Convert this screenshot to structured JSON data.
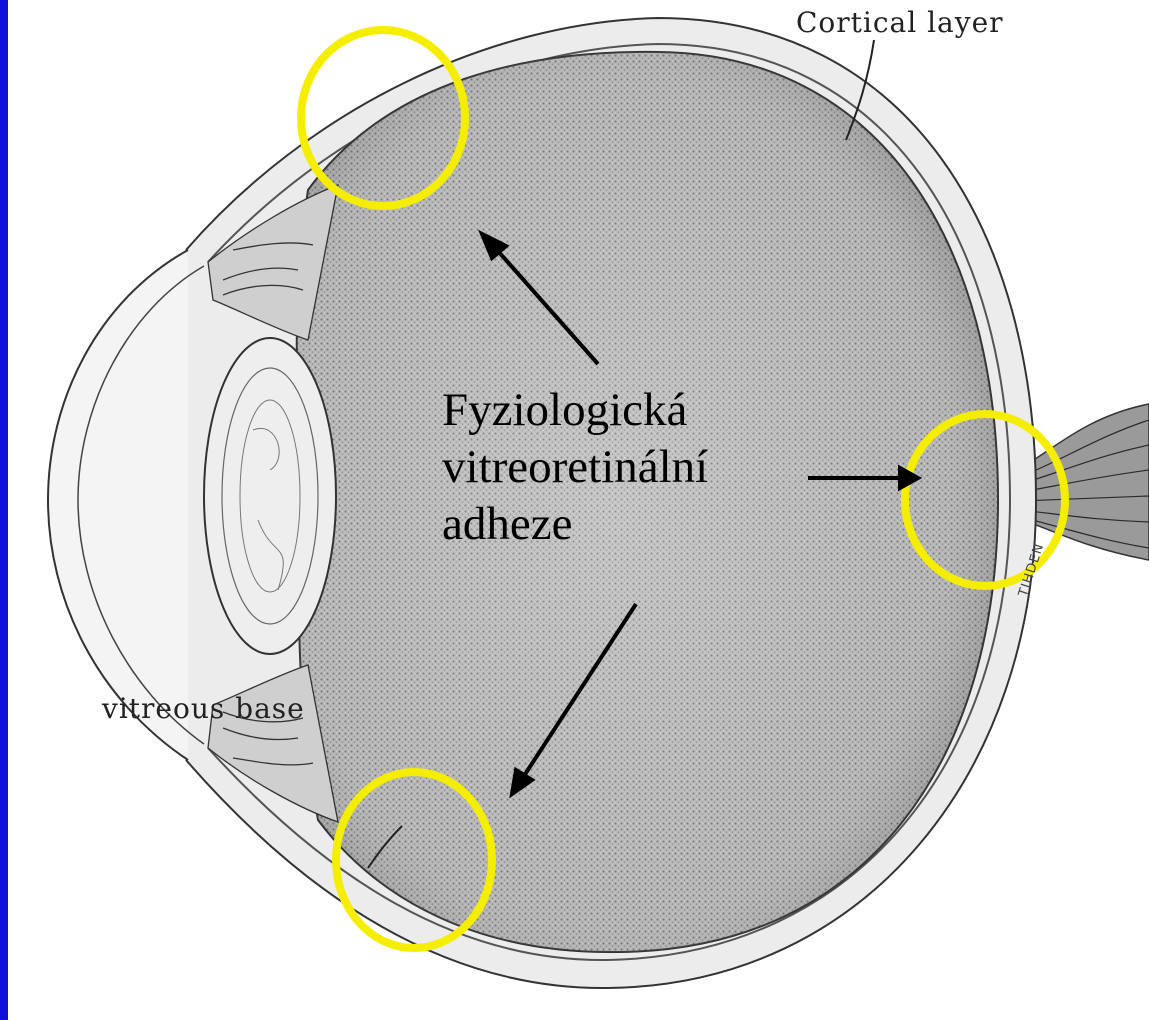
{
  "labels": {
    "cortical_layer": "Cortical layer",
    "vitreous_base": "vitreous base",
    "main_line1": "Fyziologická",
    "main_line2": "vitreoretinální",
    "main_line3": "adheze",
    "artist_signature": "TIHDEN"
  },
  "colors": {
    "slide_background": "#1010d8",
    "highlight_circle": "#f5ee00",
    "arrow": "#000000",
    "illustration_ink": "#3a3a3a"
  }
}
